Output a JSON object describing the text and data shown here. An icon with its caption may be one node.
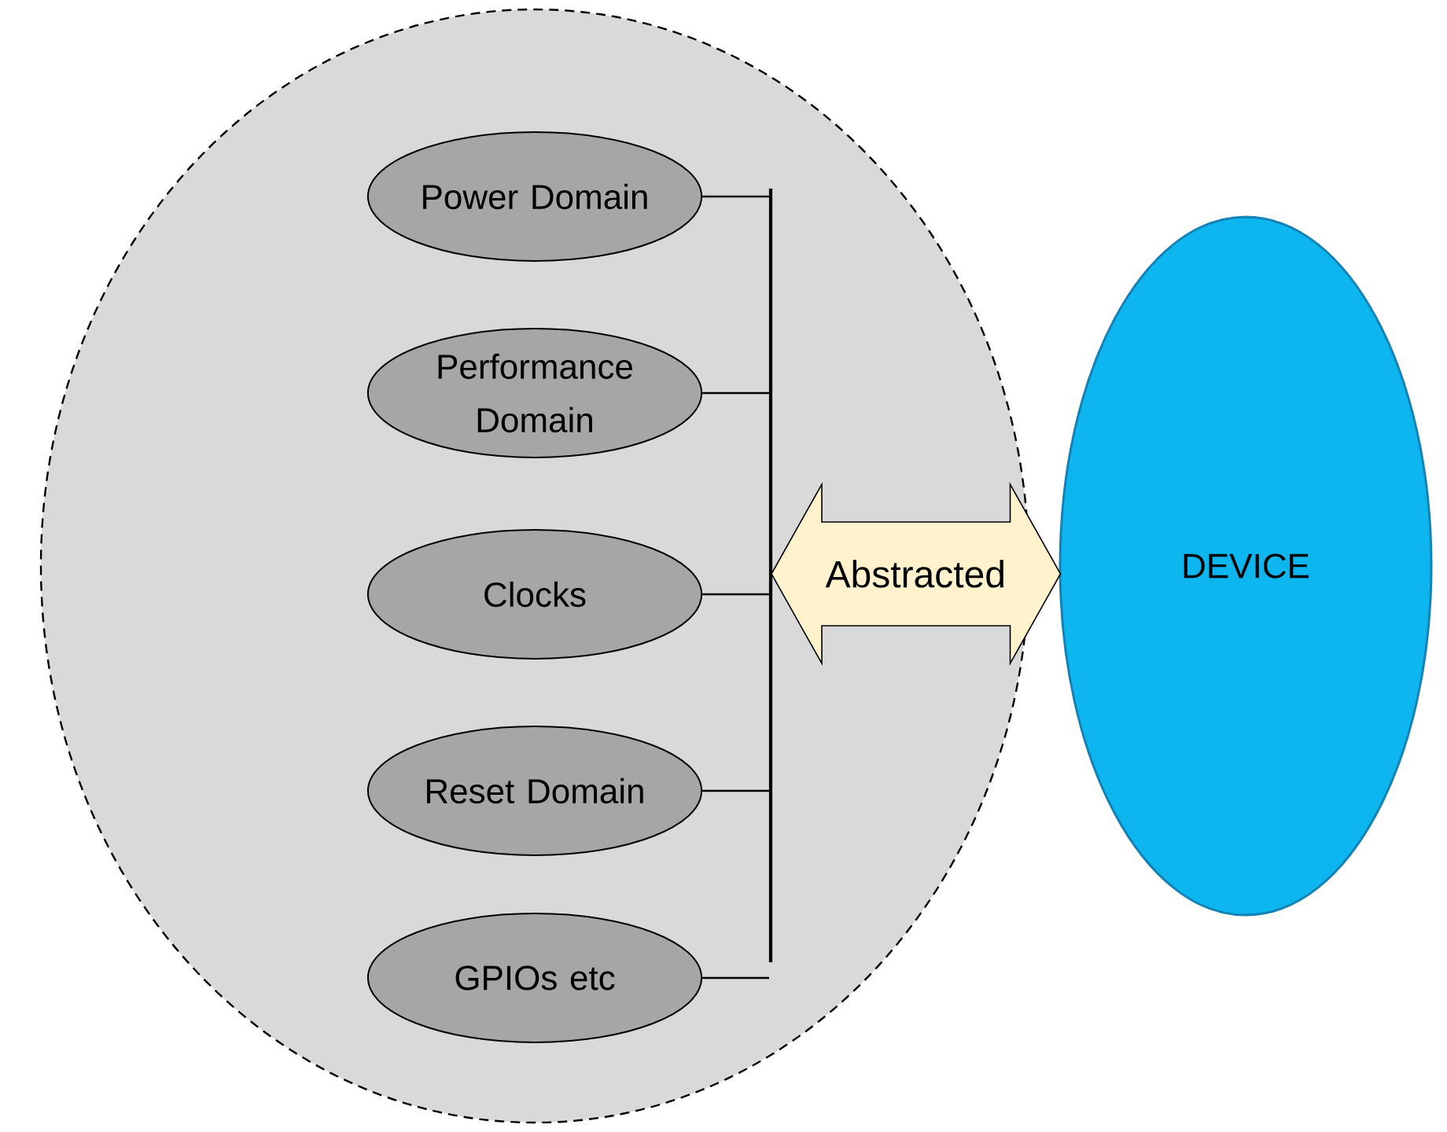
{
  "diagram": {
    "nodes": [
      {
        "text": [],
        "shape": "circle"
      },
      {
        "text": [
          "Power Domain"
        ],
        "in": 0
      },
      {
        "text": [
          "Performance Domain"
        ],
        "in": 0
      },
      {
        "text": [
          "Clocks"
        ],
        "in": 0
      },
      {
        "text": [
          "Reset Domain"
        ],
        "in": 0
      },
      {
        "text": [
          "GPIOs etc"
        ],
        "in": 0
      },
      {
        "text": [],
        "shape": "bar",
        "in": 0
      },
      {
        "text": [
          "DEVICE"
        ]
      }
    ],
    "edges": [
      {
        "from": 1,
        "to": 6,
        "arrow": "none"
      },
      {
        "from": 2,
        "to": 6,
        "arrow": "none"
      },
      {
        "from": 3,
        "to": 6,
        "arrow": "none"
      },
      {
        "from": 4,
        "to": 6,
        "arrow": "none"
      },
      {
        "from": 5,
        "to": 6,
        "arrow": "none"
      },
      {
        "from": 6,
        "to": 7,
        "arrow": "both",
        "label": "Abstracted"
      }
    ]
  }
}
